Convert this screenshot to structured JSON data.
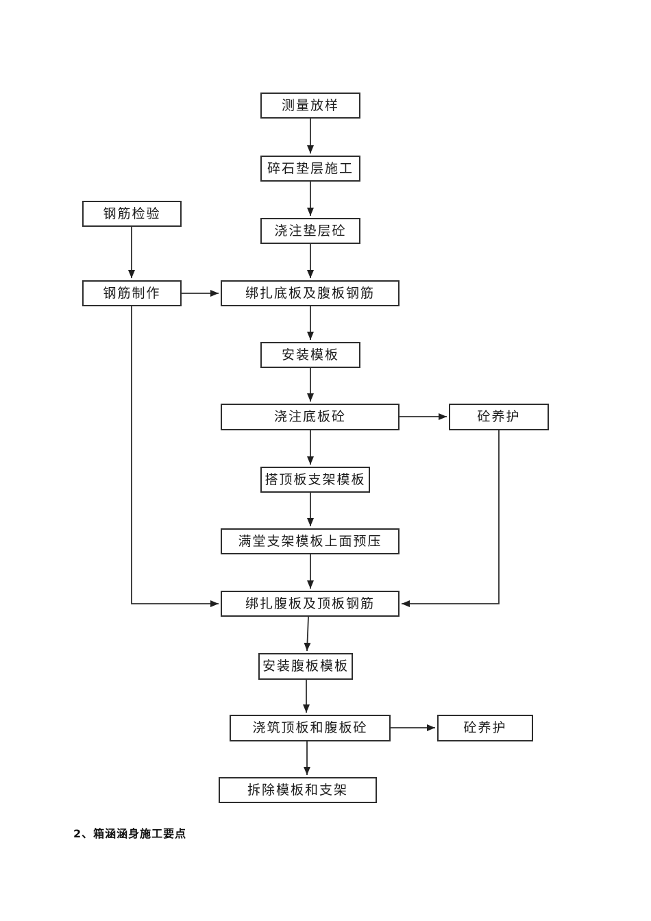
{
  "page": {
    "footer_heading": "2、箱涵涵身施工要点"
  },
  "colors": {
    "background": "#ffffff",
    "line_color": "#2e2e2e",
    "text_color": "#1a1a1a"
  },
  "flowchart": {
    "type": "process-flow",
    "nodes": [
      {
        "id": "survey",
        "label": "测量放样"
      },
      {
        "id": "gravel-cushion",
        "label": "碎石垫层施工"
      },
      {
        "id": "rebar-inspection",
        "label": "钢筋检验"
      },
      {
        "id": "pour-cushion",
        "label": "浇注垫层砼"
      },
      {
        "id": "rebar-fabrication",
        "label": "钢筋制作"
      },
      {
        "id": "tie-bottom-rebar",
        "label": "绑扎底板及腹板钢筋"
      },
      {
        "id": "install-formwork",
        "label": "安装模板"
      },
      {
        "id": "pour-bottom-slab",
        "label": "浇注底板砼"
      },
      {
        "id": "concrete-curing-1",
        "label": "砼养护"
      },
      {
        "id": "top-slab-support",
        "label": "搭顶板支架模板"
      },
      {
        "id": "support-preload",
        "label": "满堂支架模板上面预压"
      },
      {
        "id": "tie-web-top-rebar",
        "label": "绑扎腹板及顶板钢筋"
      },
      {
        "id": "install-web-form",
        "label": "安装腹板模板"
      },
      {
        "id": "pour-top-web",
        "label": "浇筑顶板和腹板砼"
      },
      {
        "id": "concrete-curing-2",
        "label": "砼养护"
      },
      {
        "id": "remove-formwork",
        "label": "拆除模板和支架"
      }
    ],
    "edges": [
      {
        "from": "survey",
        "to": "gravel-cushion"
      },
      {
        "from": "gravel-cushion",
        "to": "pour-cushion"
      },
      {
        "from": "pour-cushion",
        "to": "tie-bottom-rebar"
      },
      {
        "from": "rebar-inspection",
        "to": "rebar-fabrication"
      },
      {
        "from": "rebar-fabrication",
        "to": "tie-bottom-rebar"
      },
      {
        "from": "tie-bottom-rebar",
        "to": "install-formwork"
      },
      {
        "from": "install-formwork",
        "to": "pour-bottom-slab"
      },
      {
        "from": "pour-bottom-slab",
        "to": "concrete-curing-1"
      },
      {
        "from": "pour-bottom-slab",
        "to": "top-slab-support"
      },
      {
        "from": "top-slab-support",
        "to": "support-preload"
      },
      {
        "from": "support-preload",
        "to": "tie-web-top-rebar"
      },
      {
        "from": "rebar-fabrication",
        "to": "tie-web-top-rebar"
      },
      {
        "from": "concrete-curing-1",
        "to": "tie-web-top-rebar"
      },
      {
        "from": "tie-web-top-rebar",
        "to": "install-web-form"
      },
      {
        "from": "install-web-form",
        "to": "pour-top-web"
      },
      {
        "from": "pour-top-web",
        "to": "concrete-curing-2"
      },
      {
        "from": "pour-top-web",
        "to": "remove-formwork"
      }
    ]
  }
}
